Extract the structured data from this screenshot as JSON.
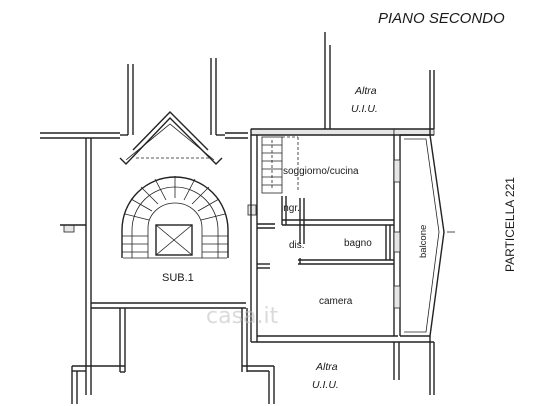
{
  "title": "PIANO SECONDO",
  "rooms": {
    "soggiorno": "soggiorno/cucina",
    "ingresso": "ingr.",
    "disimpegno": "dis.",
    "bagno": "bagno",
    "camera": "camera",
    "balcone": "balcone",
    "sub": "SUB.1"
  },
  "neighbors": {
    "top_line1": "Altra",
    "top_line2": "U.I.U.",
    "bottom_line1": "Altra",
    "bottom_line2": "U.I.U."
  },
  "parcel": "PARTICELLA 221",
  "watermark": "casa.it"
}
